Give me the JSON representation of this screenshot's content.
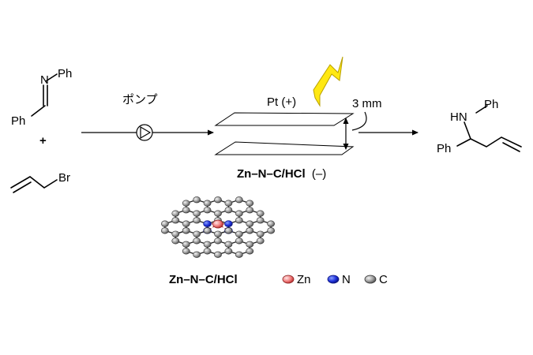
{
  "reactant_imine": {
    "nitrogen": "N",
    "phenyl_n": "Ph",
    "phenyl_c": "Ph"
  },
  "plus": "+",
  "reactant_allyl": {
    "bromine": "Br"
  },
  "pump_label": "ポンプ",
  "anode_label": "Pt (+)",
  "gap_label": "3 mm",
  "cathode": {
    "name": "Zn–N–C/HCl",
    "sign": "(–)"
  },
  "product": {
    "amine": "HN",
    "phenyl_n": "Ph",
    "phenyl_c": "Ph"
  },
  "catalyst_title": "Zn–N–C/HCl",
  "legend": [
    {
      "symbol": "Zn",
      "color": "#e85a5a"
    },
    {
      "symbol": "N",
      "color": "#1d2fd8"
    },
    {
      "symbol": "C",
      "color": "#8a8a8a"
    }
  ],
  "colors": {
    "lightning": "#ffe812",
    "lightning_stroke": "#b8a000"
  }
}
